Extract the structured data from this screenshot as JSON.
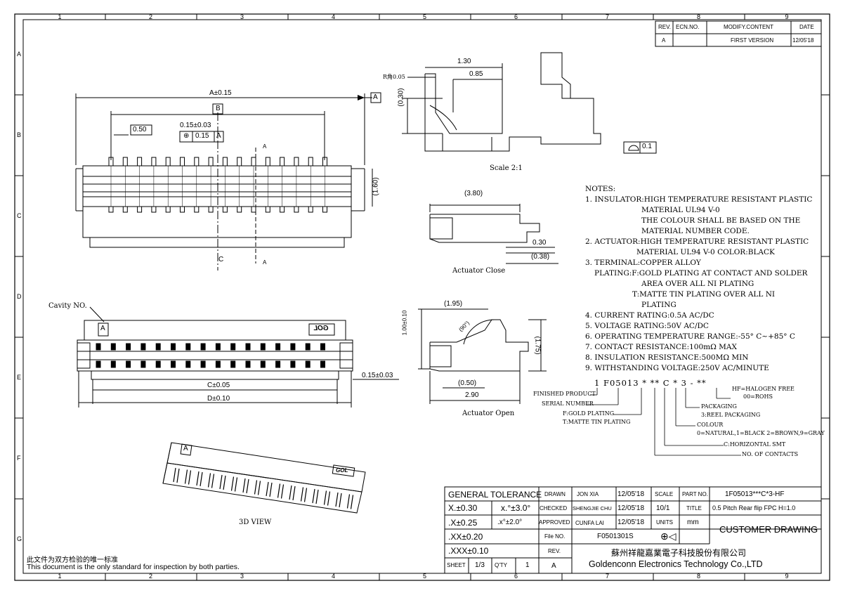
{
  "border": {
    "top_zones": [
      "1",
      "2",
      "3",
      "4",
      "5",
      "6",
      "7",
      "8",
      "9"
    ],
    "bottom_zones": [
      "1",
      "2",
      "3",
      "4",
      "5",
      "6",
      "7",
      "8",
      "9"
    ],
    "side_zones": [
      "A",
      "B",
      "C",
      "D",
      "E",
      "F",
      "G"
    ]
  },
  "revision": {
    "headers": [
      "REV.",
      "ECN.NO.",
      "MODIFY.CONTENT",
      "DATE"
    ],
    "row": [
      "A",
      "",
      "FIRST VERSION",
      "12/05'18"
    ]
  },
  "top_view": {
    "dim_a": "A±0.15",
    "dim_b": "B",
    "pitch": "0.50",
    "pos_tol": "0.15±0.03",
    "pos_frame": "0.15",
    "datum": "A",
    "section": "A",
    "height": "(1.60)",
    "cl": "C",
    "cl_sub": "L"
  },
  "side_detail": {
    "dim_130": "1.30",
    "dim_085": "0.85",
    "dim_030": "(0.30)",
    "radius": "R角0.05",
    "flatness": "0.1",
    "scale": "Scale 2:1"
  },
  "actuator_close": {
    "dim": "(3.80)",
    "d1": "0.30",
    "d2": "(0.38)",
    "label": "Actuator Close"
  },
  "actuator_open": {
    "dim": "(1.95)",
    "h1": "1.00±0.10",
    "h2": "(1.75)",
    "angle": "(90°)",
    "d1": "(0.50)",
    "d2": "2.90",
    "label": "Actuator Open"
  },
  "bottom_view": {
    "cavity": "Cavity NO.",
    "mark_a": "A",
    "logo": "GOL",
    "dim_c": "C±0.05",
    "dim_d": "D±0.10",
    "tol": "0.15±0.03"
  },
  "view_3d": {
    "label": "3D VIEW",
    "logo": "GOL",
    "mark": "A"
  },
  "notes": {
    "title": "NOTES:",
    "lines": [
      "1. INSULATOR:HIGH TEMPERATURE RESISTANT PLASTIC",
      "MATERIAL UL94 V-0",
      "THE COLOUR SHALL BE BASED ON THE",
      "MATERIAL NUMBER CODE.",
      "2. ACTUATOR:HIGH TEMPERATURE RESISTANT PLASTIC",
      "MATERIAL UL94 V-0   COLOR:BLACK",
      "3. TERMINAL:COPPER ALLOY",
      "PLATING:F:GOLD PLATING AT CONTACT AND SOLDER",
      "AREA OVER ALL NI PLATING",
      "T:MATTE TIN PLATING OVER ALL NI",
      "PLATING",
      "4. CURRENT RATING:0.5A AC/DC",
      "5. VOLTAGE RATING:50V AC/DC",
      "6. OPERATING TEMPERATURE RANGE:-55° C~+85° C",
      "7. CONTACT RESISTANCE:100mΩ MAX",
      "8. INSULATION RESISTANCE:500MΩ MIN",
      "9. WITHSTANDING VOLTAGE:250V AC/MINUTE"
    ]
  },
  "part_code": {
    "code": "1 F05013 * ** C * 3 - **",
    "finished": "FINISHED PRODUCT",
    "serial": "SERIAL NUMBER",
    "plating1": "F:GOLD PLATING",
    "plating2": "T:MATTE TIN PLATING",
    "hf1": "HF=HALOGEN FREE",
    "hf2": "00=ROHS",
    "pack1": "PACKAGING",
    "pack2": "3:REEL PACKAGING",
    "colour1": "COLOUR",
    "colour2": "0=NATURAL,1=BLACK 2=BROWN,9=GRAY",
    "smt": "C:HORIZONTAL SMT",
    "contacts": "NO. OF CONTACTS"
  },
  "title_block": {
    "gen_tol": "GENERAL TOLERANCE",
    "x": "X.±0.30",
    "x_ang": "x.°±3.0°",
    "xx": ".X±0.25",
    "xx_ang": ".x°±2.0°",
    "xxx": ".XX±0.20",
    "xxxx": ".XXX±0.10",
    "drawn": "DRAWN",
    "drawn_name": "JON XIA",
    "drawn_date": "12/05'18",
    "checked": "CHECKED",
    "checked_name": "SHENGJIE CHU",
    "checked_date": "12/05'18",
    "approved": "APPROVED",
    "approved_name": "CUNFA LAI",
    "approved_date": "12/05'18",
    "scale": "SCALE",
    "scale_val": "10/1",
    "units": "UNITS",
    "units_val": "mm",
    "part_no": "PART NO.",
    "part_no_val": "1F05013***C*3-HF",
    "title": "TITLE",
    "title_val": "0.5 Pitch Rear flip FPC H=1.0",
    "drawing_type": "CUSTOMER DRAWING",
    "file_no": "File NO.",
    "file_no_val": "F0501301S",
    "rev": "REV.",
    "rev_val": "A",
    "sheet": "SHEET",
    "sheet_val": "1/3",
    "qty": "Q'TY",
    "qty_val": "1",
    "company_cn": "蘇州祥龍嘉業電子科技股份有限公司",
    "company_en": "Goldenconn Electronics Technology Co.,LTD"
  },
  "footer": {
    "cn": "此文件为双方检验的唯一标准",
    "en": "This document is the only standard for inspection by both parties."
  }
}
